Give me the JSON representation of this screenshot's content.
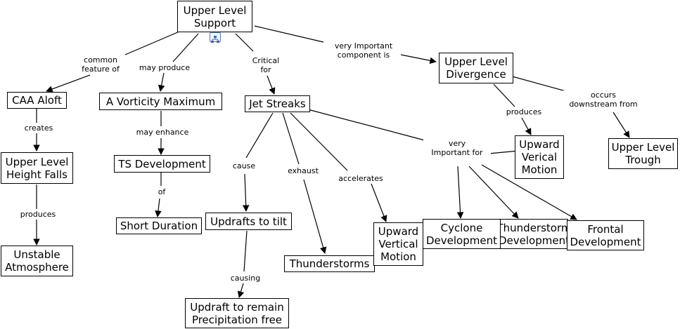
{
  "nodes": {
    "upper_level_support": "Upper Level\nSupport",
    "upper_level_divergence": "Upper Level\nDivergence",
    "caa_aloft": "CAA Aloft",
    "vorticity_max": "A Vorticity Maximum",
    "jet_streaks": "Jet Streaks",
    "upward_verical_motion": "Upward\nVerical\nMotion",
    "upper_level_trough": "Upper Level\nTrough",
    "upper_level_height_falls": "Upper Level\nHeight Falls",
    "ts_development": "TS Development",
    "short_duration": "Short Duration",
    "updrafts_to_tilt": "Updrafts to tilt",
    "unstable_atmosphere": "Unstable\nAtmosphere",
    "updraft_precip_free": "Updraft to remain\nPrecipitation free",
    "thunderstorms": "Thunderstorms",
    "upward_vertical_motion": "Upward\nVertical\nMotion",
    "cyclone_development": "Cyclone\nDevelopment",
    "thunderstorm_development": "Thunderstorm\nDevelopment",
    "frontal_development": "Frontal\nDevelopment"
  },
  "links": {
    "common_feature_of": "common\nfeature of",
    "may_produce": "may produce",
    "critical_for": "Critical\nfor",
    "very_important_component": "very  Important\ncomponent is",
    "produces_upward": "produces",
    "occurs_downstream": "occurs\ndownstream from",
    "creates": "creates",
    "may_enhance": "may enhance",
    "of": "of",
    "cause": "cause",
    "exhaust": "exhaust",
    "accelerates": "accelerates",
    "very_important_for": "very\nImportant for",
    "produces_unstable": "produces",
    "causing": "causing"
  },
  "icons": {
    "expand": "concept-map-expand-icon"
  },
  "colors": {
    "line": "#000000",
    "node_border": "#000000",
    "icon_border": "#5b7fb8"
  }
}
